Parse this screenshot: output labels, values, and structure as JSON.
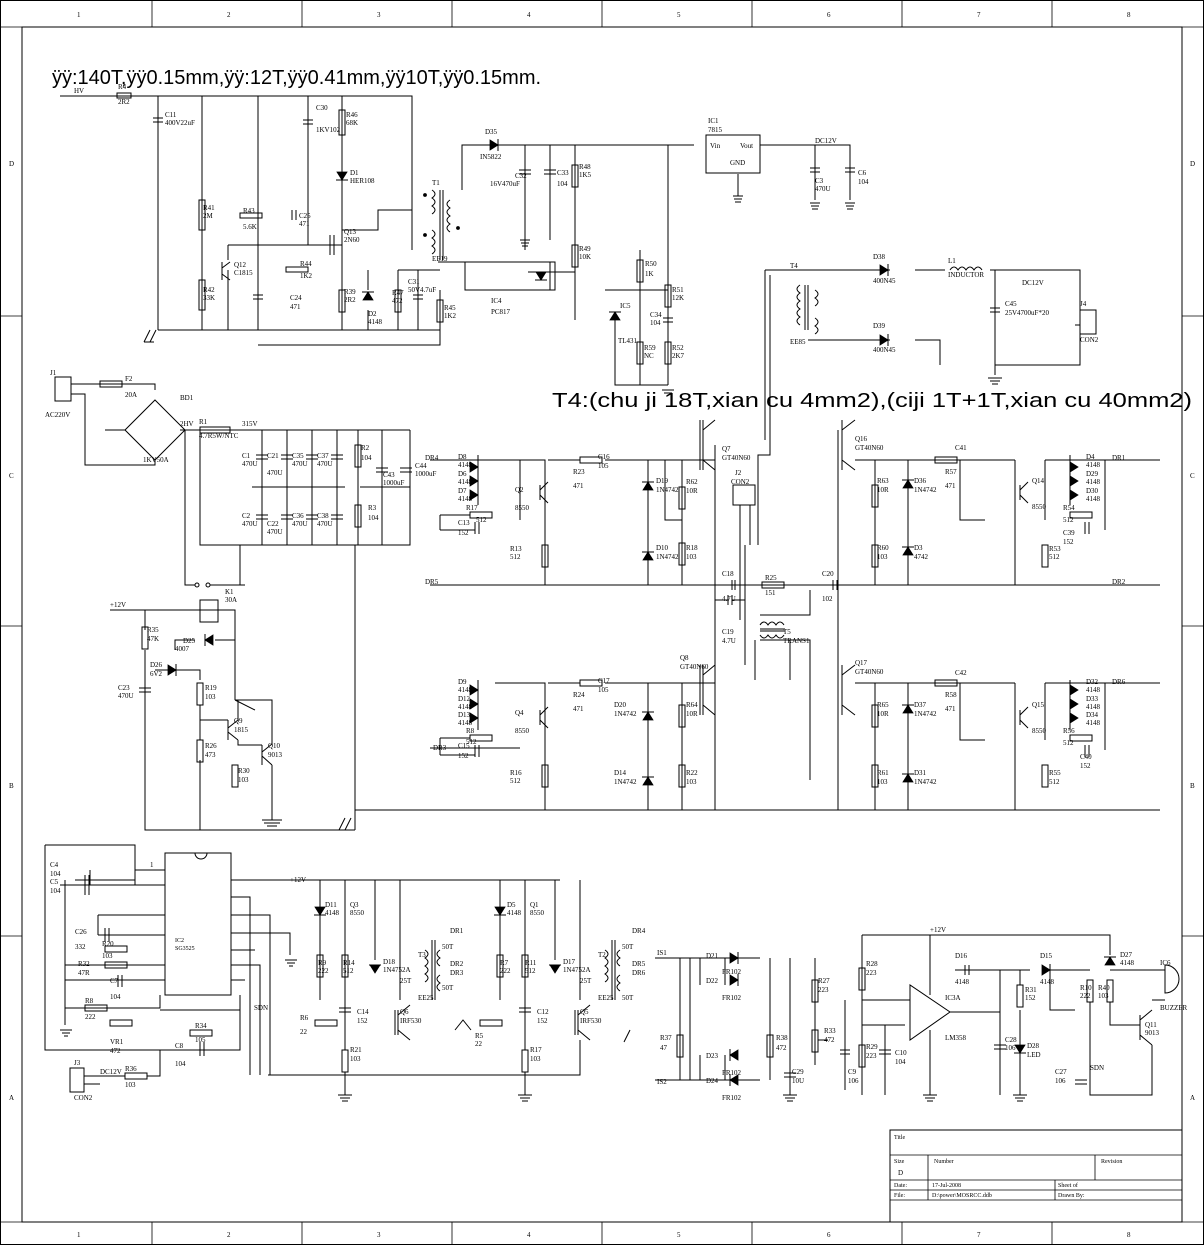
{
  "notes": {
    "winding_note": "ÿÿ:140T,ÿÿ0.15mm,ÿÿ:12T,ÿÿ0.41mm,ÿÿ10T,ÿÿ0.15mm.",
    "t4_note": "T4:(chu ji 18T,xian cu 4mm2),(ciji 1T+1T,xian cu 40mm2)"
  },
  "border": {
    "columns": [
      "1",
      "2",
      "3",
      "4",
      "5",
      "6",
      "7",
      "8"
    ],
    "rows": [
      "D",
      "C",
      "B",
      "A"
    ]
  },
  "components": {
    "hv": "HV",
    "r4": "R4",
    "r4v": "2R2",
    "c11": "C11",
    "c11v": "400V22uF",
    "c30": "C30",
    "c30v": "1KV102",
    "r46": "R46",
    "r46v": "68K",
    "d1": "D1",
    "d1v": "HER108",
    "r41": "R41",
    "r41v": "2M",
    "r43": "R43",
    "r43v": "5.6K",
    "c25": "C25",
    "c25v": "471",
    "q13": "Q13",
    "q13v": "2N60",
    "q12": "Q12",
    "q12v": "C1815",
    "r44": "R44",
    "r44v": "1K2",
    "r42": "R42",
    "r42v": "33K",
    "c24": "C24",
    "c24v": "471",
    "r39": "R39",
    "r39v": "2R2",
    "d2": "D2",
    "d2v": "4148",
    "r47": "R47",
    "r47v": "472",
    "c31": "C31",
    "c31v": "50V4.7uF",
    "r45": "R45",
    "r45v": "1K2",
    "t1": "T1",
    "t1v": "EE19",
    "d35": "D35",
    "d35v": "IN5822",
    "c32": "C32",
    "c32v": "16V470uF",
    "c33": "C33",
    "c33v": "104",
    "r48": "R48",
    "r48v": "1K5",
    "r49": "R49",
    "r49v": "10K",
    "ic4": "IC4",
    "ic4v": "PC817",
    "r50": "R50",
    "r50v": "1K",
    "ic5": "IC5",
    "ic5v": "TL431",
    "c34": "C34",
    "c34v": "104",
    "r51": "R51",
    "r51v": "12K",
    "r59": "R59",
    "r59v": "NC",
    "r52": "R52",
    "r52v": "2K7",
    "ic1": "IC1",
    "ic1v": "7815",
    "vin": "Vin",
    "vout": "Vout",
    "gnd": "GND",
    "dc12v": "DC12V",
    "c3": "C3",
    "c3v": "470U",
    "c6": "C6",
    "c6v": "104",
    "t4": "T4",
    "t4v": "EE85",
    "d38": "D38",
    "d38v": "400N45",
    "d39": "D39",
    "d39v": "400N45",
    "l1": "L1",
    "l1v": "INDUCTOR",
    "c45": "C45",
    "c45v": "25V4700uF*20",
    "j4": "J4",
    "j4v": "CON2",
    "j1": "J1",
    "j1v": "AC220V",
    "f2": "F2",
    "f2v": "20A",
    "bd1": "BD1",
    "bd1v": "1KV50A",
    "r1": "R1",
    "r1v": "4.7R5W/NTC",
    "v315": "315V",
    "hv2": "2HV",
    "c1": "C1",
    "c21": "C21",
    "c35": "C35",
    "c37": "C37",
    "c2": "C2",
    "c22": "C22",
    "c36": "C36",
    "c38": "C38",
    "c470": "470U",
    "r2": "R2",
    "r2v": "104",
    "r3": "R3",
    "r3v": "104",
    "c43": "C43",
    "c43v": "1000uF",
    "c44": "C44",
    "c44v": "1000uF",
    "k1": "K1",
    "k1v": "30A",
    "p12v": "+12V",
    "r35": "R35",
    "r35v": "47K",
    "d25": "D25",
    "d25v": "4007",
    "d26": "D26",
    "d26v": "6V2",
    "c23": "C23",
    "c23v": "470U",
    "r19": "R19",
    "r19v": "103",
    "q9": "Q9",
    "q9v": "1815",
    "q10": "Q10",
    "q10v": "9013",
    "r26": "R26",
    "r26v": "473",
    "r30": "R30",
    "r30v": "103",
    "dr4": "DR4",
    "dr5": "DR5",
    "dr3": "DR3",
    "dr1": "DR1",
    "dr2": "DR2",
    "dr6": "DR6",
    "d8": "D8",
    "d6": "D6",
    "d7": "D7",
    "d9": "D9",
    "d12": "D12",
    "d13": "D13",
    "v4148": "4148",
    "r17": "R17",
    "r8x": "R8",
    "r7x": "R7",
    "c13": "C13",
    "c13v": "152",
    "c15": "C15",
    "c15v": "152",
    "q2": "Q2",
    "q2v": "8550",
    "q4": "Q4",
    "q4v": "8550",
    "r13": "R13",
    "r13v": "512",
    "r16": "R16",
    "r16v": "512",
    "r23": "R23",
    "r23v": "471",
    "r24": "R24",
    "r24v": "471",
    "c16": "C16",
    "c16v": "105",
    "c17": "C17",
    "c17v": "105",
    "d19": "D19",
    "d19v": "1N4742",
    "d10": "D10",
    "d10v": "1N4742",
    "d20": "D20",
    "d20v": "1N4742",
    "d14": "D14",
    "d14v": "1N4742",
    "r62": "R62",
    "r62v": "10R",
    "r18": "R18",
    "r18v": "103",
    "r64": "R64",
    "r64v": "10R",
    "r22": "R22",
    "r22v": "103",
    "q7": "Q7",
    "q7v": "GT40N60",
    "q8": "Q8",
    "q8v": "GT40N60",
    "q16": "Q16",
    "q16v": "GT40N60",
    "q17": "Q17",
    "q17v": "GT40N60",
    "j2": "J2",
    "j2v": "CON2",
    "c18": "C18",
    "c18v": "4.7U",
    "c19": "C19",
    "c19v": "4.7U",
    "r25": "R25",
    "r25v": "151",
    "c20": "C20",
    "c20v": "102",
    "t5": "T5",
    "t5v": "TRANS1",
    "is1": "IS1",
    "is2": "IS2",
    "r63": "R63",
    "r63v": "10R",
    "r60": "R60",
    "r60v": "103",
    "d36": "D36",
    "d36v": "1N4742",
    "d3": "D3",
    "d3v": "4742",
    "c41": "C41",
    "r57": "R57",
    "r57v": "471",
    "q14": "Q14",
    "q14v": "8550",
    "d4": "D4",
    "d29": "D29",
    "d30": "D30",
    "r54": "R54",
    "r54v": "512",
    "c39": "C39",
    "c39v": "152",
    "r53": "R53",
    "r53v": "512",
    "r65": "R65",
    "r65v": "10R",
    "r61": "R61",
    "r61v": "103",
    "d37": "D37",
    "d37v": "1N4742",
    "d31": "D31",
    "d31v": "1N4742",
    "c42": "C42",
    "r58": "R58",
    "r58v": "471",
    "q15": "Q15",
    "q15v": "8550",
    "d32": "D32",
    "d33": "D33",
    "d34": "D34",
    "r56": "R56",
    "r56v": "512",
    "c40": "C40",
    "c40v": "152",
    "r55": "R55",
    "r55v": "512",
    "ic2": "IC2",
    "ic2v": "SG3525",
    "c4": "C4",
    "c4v": "104",
    "c5": "C5",
    "c5v": "104",
    "c26": "C26",
    "c26v": "332",
    "r20": "R20",
    "r20v": "103",
    "r32": "R32",
    "r32v": "47R",
    "c7": "C7",
    "c7v": "104",
    "r8": "R8",
    "r8v": "222",
    "vr1": "VR1",
    "vr1v": "472",
    "r34": "R34",
    "r34v": "105",
    "c8": "C8",
    "c8v": "104",
    "j3": "J3",
    "j3v": "CON2",
    "r36": "R36",
    "r36v": "103",
    "dc12v2": "DC12V",
    "sdn": "SDN",
    "d11": "D11",
    "d11v": "4148",
    "q3": "Q3",
    "q3v": "8550",
    "r9": "R9",
    "r9v": "222",
    "r14": "R14",
    "r14v": "512",
    "d18": "D18",
    "d18v": "1N4752A",
    "t3": "T3",
    "t3v": "EE25",
    "n50t": "50T",
    "n25t": "25T",
    "q6": "Q6",
    "q6v": "IRF530",
    "r6": "R6",
    "r6v": "22",
    "c14": "C14",
    "c14v": "152",
    "r21": "R21",
    "r21v": "103",
    "d5": "D5",
    "d5v": "4148",
    "q1": "Q1",
    "q1v": "8550",
    "r7": "R7",
    "r7v": "222",
    "r11": "R11",
    "r11v": "512",
    "d17": "D17",
    "d17v": "1N4752A",
    "t2": "T2",
    "t2v": "EE25",
    "q5": "Q5",
    "q5v": "IRF530",
    "r5": "R5",
    "r5v": "22",
    "c12": "C12",
    "c12v": "152",
    "r17b": "R17",
    "r17bv": "103",
    "r37": "R37",
    "r37v": "47",
    "d21": "D21",
    "d22": "D22",
    "d23": "D23",
    "d24": "D24",
    "fr102": "FR102",
    "r38": "R38",
    "r38v": "472",
    "c29": "C29",
    "c29v": "10U",
    "r27": "R27",
    "r27v": "223",
    "r33": "R33",
    "r33v": "472",
    "c9": "C9",
    "c9v": "106",
    "r28": "R28",
    "r28v": "223",
    "r29": "R29",
    "r29v": "223",
    "c10": "C10",
    "c10v": "104",
    "ic3a": "IC3A",
    "ic3av": "LM358",
    "d16": "D16",
    "d16v": "4148",
    "d15": "D15",
    "d15v": "4148",
    "r31": "R31",
    "r31v": "152",
    "c28": "C28",
    "c28v": "106",
    "d28": "D28",
    "d28v": "LED",
    "r10": "R10",
    "r10v": "222",
    "r40": "R40",
    "r40v": "103",
    "d27": "D27",
    "d27v": "4148",
    "ic6": "IC6",
    "ic6v": "BUZZER",
    "q11": "Q11",
    "q11v": "9013",
    "c27": "C27",
    "c27v": "106"
  },
  "title_block": {
    "title_label": "Title",
    "size_label": "Size",
    "size_value": "D",
    "number_label": "Number",
    "revision_label": "Revision",
    "date_label": "Date:",
    "date_value": "17-Jul-2008",
    "file_label": "File:",
    "file_value": "D:\\power\\MOSRCC.ddb",
    "sheet_label": "Sheet   of",
    "drawn_label": "Drawn By:"
  }
}
